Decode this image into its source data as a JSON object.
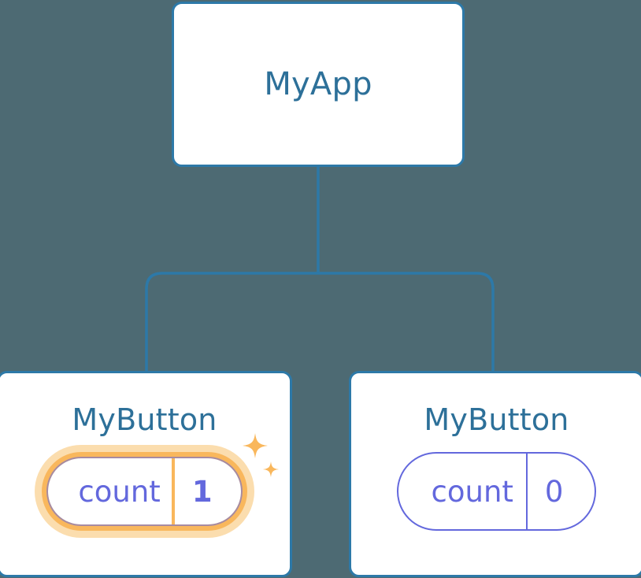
{
  "diagram": {
    "type": "component-tree",
    "background_color": "#4d6a73",
    "node_border_color": "#2d79a8",
    "title_color": "#2d7099",
    "state_color": "#6368dd",
    "highlight_color": "#f9b75c",
    "highlight_glow_color": "#fbddae",
    "root": {
      "title": "MyApp"
    },
    "children": [
      {
        "title": "MyButton",
        "state_key": "count",
        "state_value": "1",
        "highlighted": true,
        "sparkle_icon": "sparkles-icon"
      },
      {
        "title": "MyButton",
        "state_key": "count",
        "state_value": "0",
        "highlighted": false
      }
    ],
    "connector": {
      "name": "tree-connector",
      "color": "#2d79a8"
    }
  }
}
